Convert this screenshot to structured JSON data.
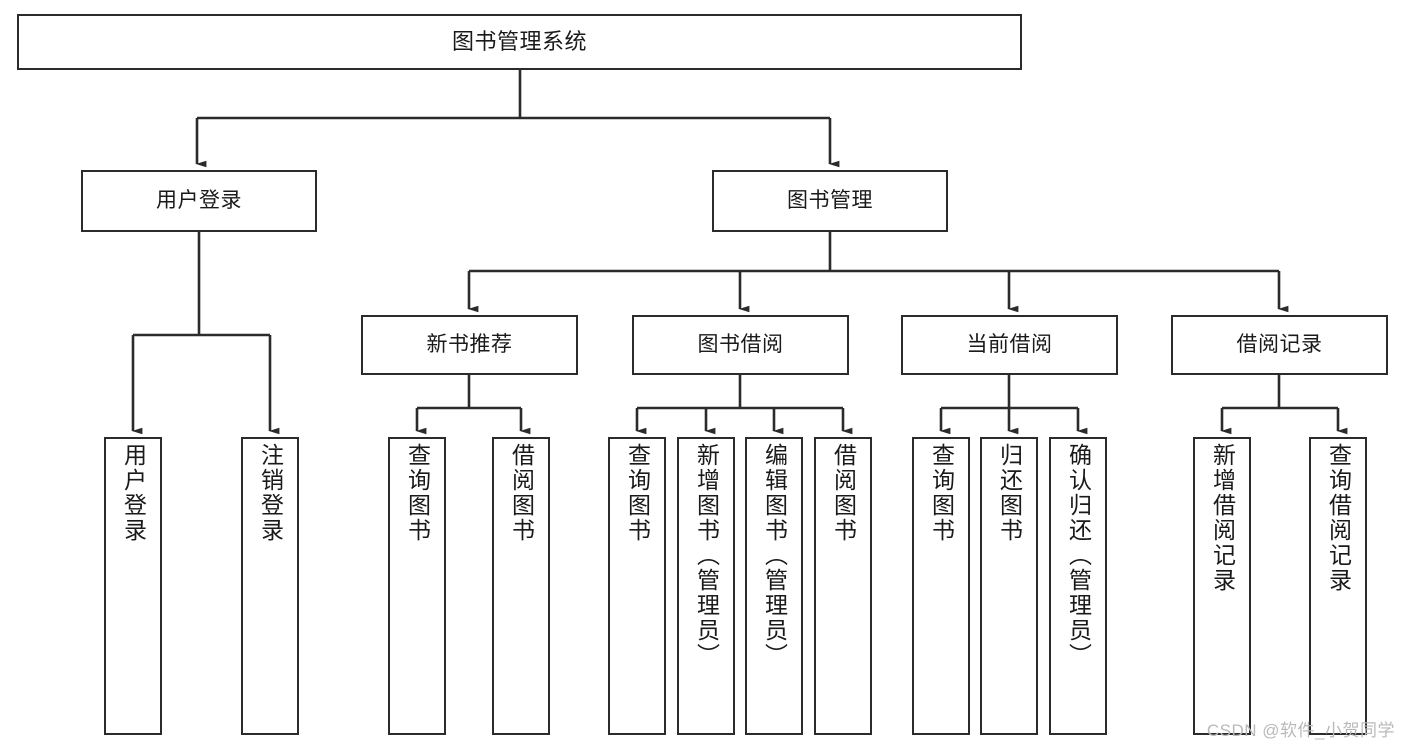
{
  "diagram": {
    "title": "图书管理系统",
    "type": "tree-hierarchy",
    "watermark": "CSDN @软件_小贺同学",
    "colors": {
      "background": "#ffffff",
      "box_border": "#2b2b2b",
      "box_fill": "#ffffff",
      "connector": "#2b2b2b",
      "text": "#1a1a1a",
      "watermark": "#b9b9b9"
    },
    "nodes": {
      "root": {
        "label": "图书管理系统"
      },
      "level2": [
        {
          "label": "用户登录"
        },
        {
          "label": "图书管理"
        }
      ],
      "level3": [
        {
          "label": "新书推荐"
        },
        {
          "label": "图书借阅"
        },
        {
          "label": "当前借阅"
        },
        {
          "label": "借阅记录"
        }
      ],
      "leaves_user_login": [
        {
          "label": "用户登录"
        },
        {
          "label": "注销登录"
        }
      ],
      "leaves_new_book": [
        {
          "label": "查询图书"
        },
        {
          "label": "借阅图书"
        }
      ],
      "leaves_borrow": [
        {
          "label": "查询图书"
        },
        {
          "label": "新增图书（管理员）"
        },
        {
          "label": "编辑图书（管理员）"
        },
        {
          "label": "借阅图书"
        }
      ],
      "leaves_current": [
        {
          "label": "查询图书"
        },
        {
          "label": "归还图书"
        },
        {
          "label": "确认归还（管理员）"
        }
      ],
      "leaves_records": [
        {
          "label": "新增借阅记录"
        },
        {
          "label": "查询借阅记录"
        }
      ]
    }
  }
}
